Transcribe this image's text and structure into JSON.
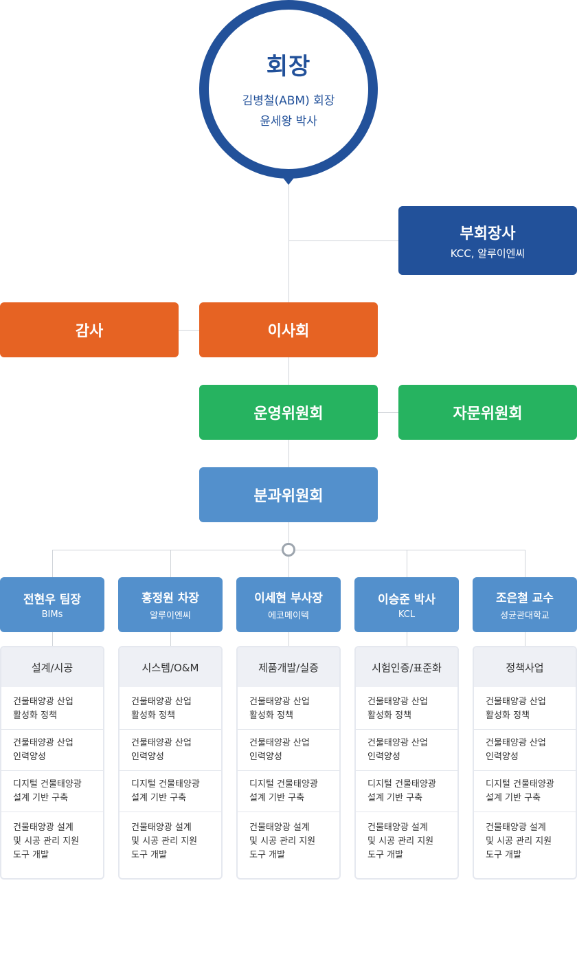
{
  "chairman": {
    "title": "회장",
    "lines": [
      "김병철(ABM) 회장",
      "윤세왕 박사"
    ]
  },
  "vice_chair": {
    "title": "부회장사",
    "subtitle": "KCC, 알루이엔씨"
  },
  "audit": {
    "title": "감사"
  },
  "board": {
    "title": "이사회"
  },
  "operating_committee": {
    "title": "운영위원회"
  },
  "advisory_committee": {
    "title": "자문위원회"
  },
  "subcommittee": {
    "title": "분과위원회"
  },
  "members": [
    {
      "name": "전현우 팀장",
      "org": "BIMs",
      "area": "설계/시공",
      "items": [
        "건물태양광 산업\n활성화 정책",
        "건물태양광 산업\n인력양성",
        "디지털 건물태양광\n설계 기반 구축",
        "건물태양광 설계\n및 시공 관리 지원\n도구 개발"
      ]
    },
    {
      "name": "홍정원 차장",
      "org": "알루이엔씨",
      "area": "시스템/O&M",
      "items": [
        "건물태양광 산업\n활성화 정책",
        "건물태양광 산업\n인력양성",
        "디지털 건물태양광\n설계 기반 구축",
        "건물태양광 설계\n및 시공 관리 지원\n도구 개발"
      ]
    },
    {
      "name": "이세현 부사장",
      "org": "에코메이텍",
      "area": "제품개발/실증",
      "items": [
        "건물태양광 산업\n활성화 정책",
        "건물태양광 산업\n인력양성",
        "디지털 건물태양광\n설계 기반 구축",
        "건물태양광 설계\n및 시공 관리 지원\n도구 개발"
      ]
    },
    {
      "name": "이승준 박사",
      "org": "KCL",
      "area": "시험인증/표준화",
      "items": [
        "건물태양광 산업\n활성화 정책",
        "건물태양광 산업\n인력양성",
        "디지털 건물태양광\n설계 기반 구축",
        "건물태양광 설계\n및 시공 관리 지원\n도구 개발"
      ]
    },
    {
      "name": "조은철 교수",
      "org": "성균관대학교",
      "area": "정책사업",
      "items": [
        "건물태양광 산업\n활성화 정책",
        "건물태양광 산업\n인력양성",
        "디지털 건물태양광\n설계 기반 구축",
        "건물태양광 설계\n및 시공 관리 지원\n도구 개발"
      ]
    }
  ],
  "colors": {
    "navy": "#22519a",
    "orange": "#e66323",
    "green": "#26b360",
    "light_blue": "#5390cc",
    "connector": "#cfd3d8"
  }
}
